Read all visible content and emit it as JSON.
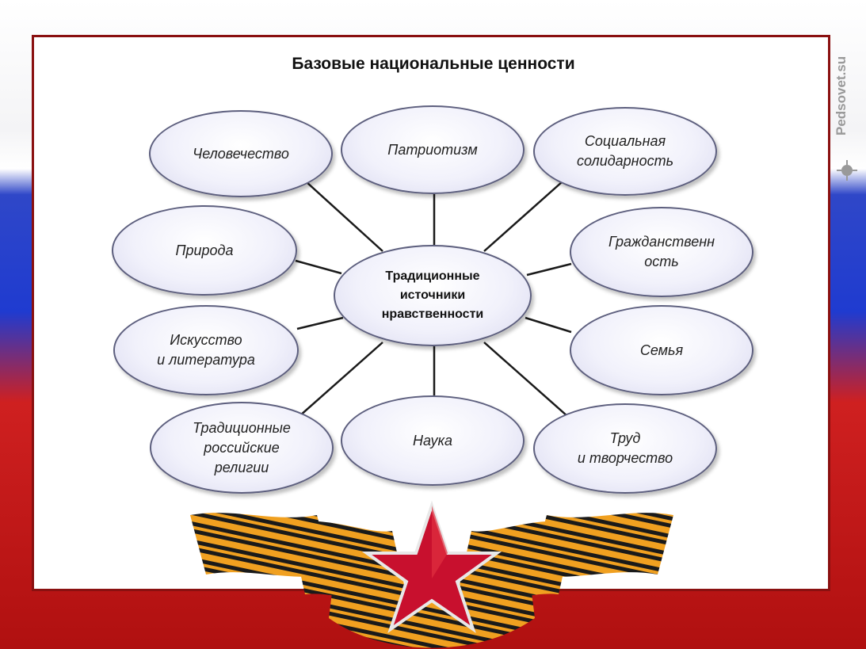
{
  "title": "Базовые национальные ценности",
  "watermark": "Pedsovet.su",
  "center": "Традиционные\nисточники\nнравственности",
  "nodes": [
    {
      "label": "Человечество"
    },
    {
      "label": "Патриотизм"
    },
    {
      "label": "Социальная\nсолидарность"
    },
    {
      "label": "Природа"
    },
    {
      "label": "Гражданственн\nость"
    },
    {
      "label": "Искусство\nи литература"
    },
    {
      "label": "Семья"
    },
    {
      "label": "Традиционные\nроссийские\nрелигии"
    },
    {
      "label": "Наука"
    },
    {
      "label": "Труд\nи творчество"
    }
  ],
  "colors": {
    "frame": "#8a1010",
    "ellipse_border": "#5d5f7e",
    "line": "#1a1a1a",
    "star": "#c8102e",
    "ribbon_orange": "#f0a020",
    "ribbon_black": "#1a1a1a"
  }
}
